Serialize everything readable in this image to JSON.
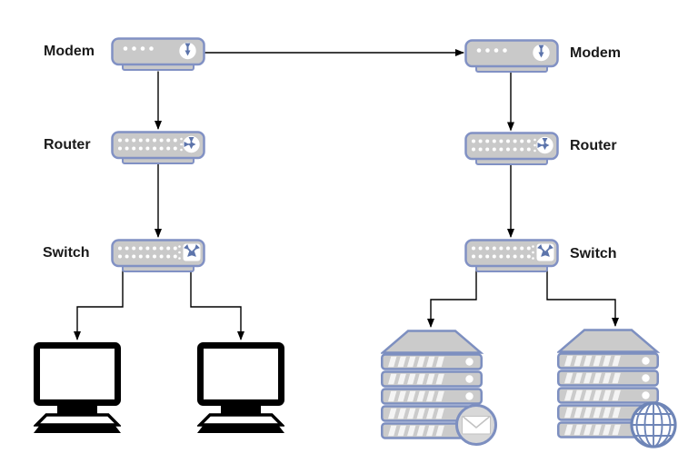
{
  "diagram_type": "network-topology",
  "nodes": [
    {
      "id": "modem-left",
      "label": "Modem",
      "type": "modem",
      "icon": "modem-device-icon",
      "glyph": "up-down-arrow-icon"
    },
    {
      "id": "router-left",
      "label": "Router",
      "type": "router",
      "icon": "router-device-icon",
      "glyph": "four-way-arrow-icon"
    },
    {
      "id": "switch-left",
      "label": "Switch",
      "type": "switch",
      "icon": "switch-device-icon",
      "glyph": "crossed-arrows-icon"
    },
    {
      "id": "pc-1",
      "type": "computer",
      "icon": "desktop-monitor-icon"
    },
    {
      "id": "pc-2",
      "type": "computer",
      "icon": "desktop-monitor-icon"
    },
    {
      "id": "modem-right",
      "label": "Modem",
      "type": "modem",
      "icon": "modem-device-icon",
      "glyph": "up-down-arrow-icon"
    },
    {
      "id": "router-right",
      "label": "Router",
      "type": "router",
      "icon": "router-device-icon",
      "glyph": "four-way-arrow-icon"
    },
    {
      "id": "switch-right",
      "label": "Switch",
      "type": "switch",
      "icon": "switch-device-icon",
      "glyph": "crossed-arrows-icon"
    },
    {
      "id": "mail-server",
      "type": "server",
      "icon": "server-rack-icon",
      "badge": "envelope-icon"
    },
    {
      "id": "web-server",
      "type": "server",
      "icon": "server-rack-icon",
      "badge": "globe-icon"
    }
  ],
  "edges": [
    {
      "from": "modem-left",
      "to": "modem-right"
    },
    {
      "from": "modem-left",
      "to": "router-left"
    },
    {
      "from": "router-left",
      "to": "switch-left"
    },
    {
      "from": "switch-left",
      "to": "pc-1"
    },
    {
      "from": "switch-left",
      "to": "pc-2"
    },
    {
      "from": "modem-right",
      "to": "router-right"
    },
    {
      "from": "router-right",
      "to": "switch-right"
    },
    {
      "from": "switch-right",
      "to": "mail-server"
    },
    {
      "from": "switch-right",
      "to": "web-server"
    }
  ],
  "colors": {
    "background": "#ffffff",
    "label_color": "#1a1a1a",
    "connector_color": "#000000",
    "device_fill": "#c9c9c9",
    "device_stroke": "#8191c4",
    "device_glyph": "#5c74ab",
    "port_dot": "#ffffff",
    "server_fill": "#cbcbcb",
    "server_stroke": "#7d8fc0",
    "stripe_color": "#f4f4f4",
    "badge_fill": "#d8d8d8",
    "envelope_fill": "#ffffff",
    "envelope_line": "#c2c2c2",
    "globe_stroke": "#6e85b7",
    "monitor_color": "#000000",
    "screen_color": "#ffffff"
  }
}
